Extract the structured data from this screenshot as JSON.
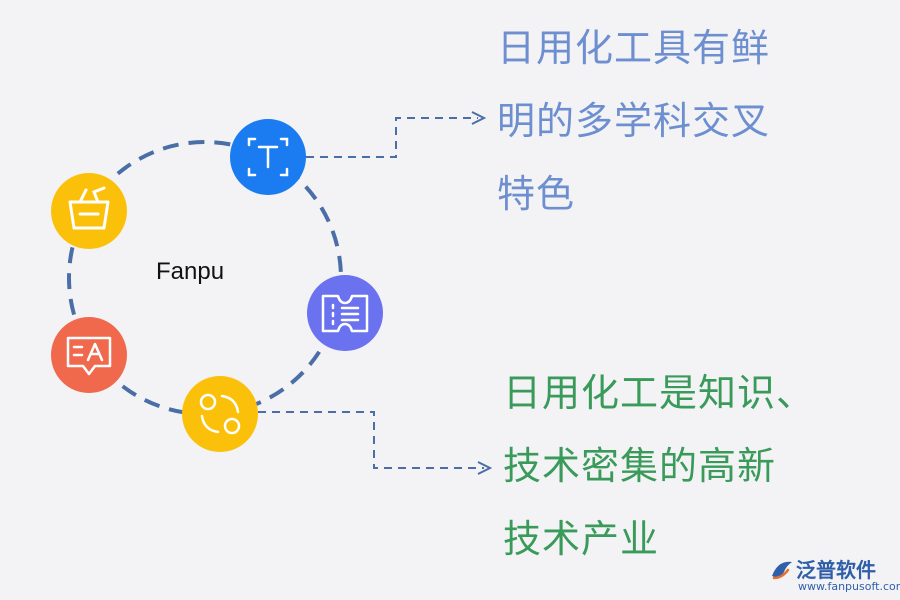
{
  "center_label": "Fanpu",
  "top_text": [
    "日用化工具有鲜",
    "明的多学科交叉",
    "特色"
  ],
  "bottom_text": [
    "日用化工是知识、",
    "技术密集的高新",
    "技术产业"
  ],
  "icons": [
    {
      "name": "text-recognition-icon",
      "color": "#1a7cf0"
    },
    {
      "name": "basket-icon",
      "color": "#fbc10a"
    },
    {
      "name": "ticket-icon",
      "color": "#6a72ef"
    },
    {
      "name": "translate-icon",
      "color": "#f0694d"
    },
    {
      "name": "exchange-icon",
      "color": "#fbc10a"
    }
  ],
  "colors": {
    "ring": "#4a6ea6",
    "connector": "#4a6ea6",
    "top_text": "#6d8fd0",
    "bottom_text": "#3a9a5a",
    "background": "#f3f3f6"
  },
  "watermark": {
    "text": "泛普软件",
    "url": "www.fanpusoft.com"
  }
}
